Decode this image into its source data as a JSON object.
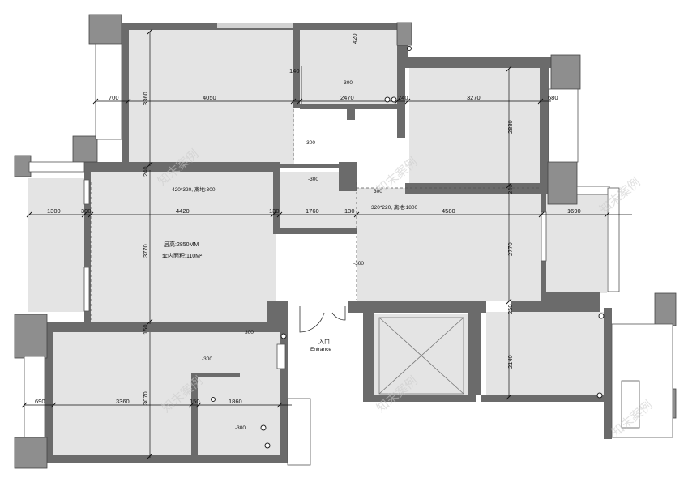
{
  "dimensions": {
    "top_left_room_width": "4050",
    "top_left_room_depth": "3360",
    "left_balcony_width": "700",
    "top_middle_room_width": "2470",
    "top_middle_wall_140": "140",
    "top_middle_420": "420",
    "top_right_room_width": "3270",
    "top_right_room_depth": "2880",
    "top_right_balcony": "680",
    "top_right_wall_240": "240",
    "left_mid_wall_240": "240",
    "right_mid_wall_240": "240",
    "living_left_balcony": "1300",
    "living_wall_300": "300",
    "living_width": "4420",
    "wall_130_a": "130",
    "kitchen_width": "1760",
    "wall_130_b": "130",
    "dining_width": "4580",
    "right_balcony": "1690",
    "living_depth": "3770",
    "dining_depth": "2770",
    "bottom_left_wall_150": "150",
    "bottom_left_balcony": "690",
    "bottom_left_room_width": "3360",
    "bottom_left_room_depth": "3070",
    "bottom_mid_wall_150": "150",
    "bottom_bath_width": "1860",
    "right_wall_250": "250",
    "bottom_right_room_depth": "2140"
  },
  "notes": {
    "floor_height": "层高:2850MM",
    "indoor_area": "套内面积:110M²",
    "opening_1": "420*320, 离地:300",
    "opening_2": "320*220, 离地:1800",
    "socket_300": "300",
    "socket_neg300": "-300",
    "entrance_cn": "入口",
    "entrance_en": "Entrance"
  },
  "watermark": "知末案例",
  "colors": {
    "wall": "#6b6b6b",
    "room_fill": "#e4e4e4",
    "line": "#111111"
  }
}
